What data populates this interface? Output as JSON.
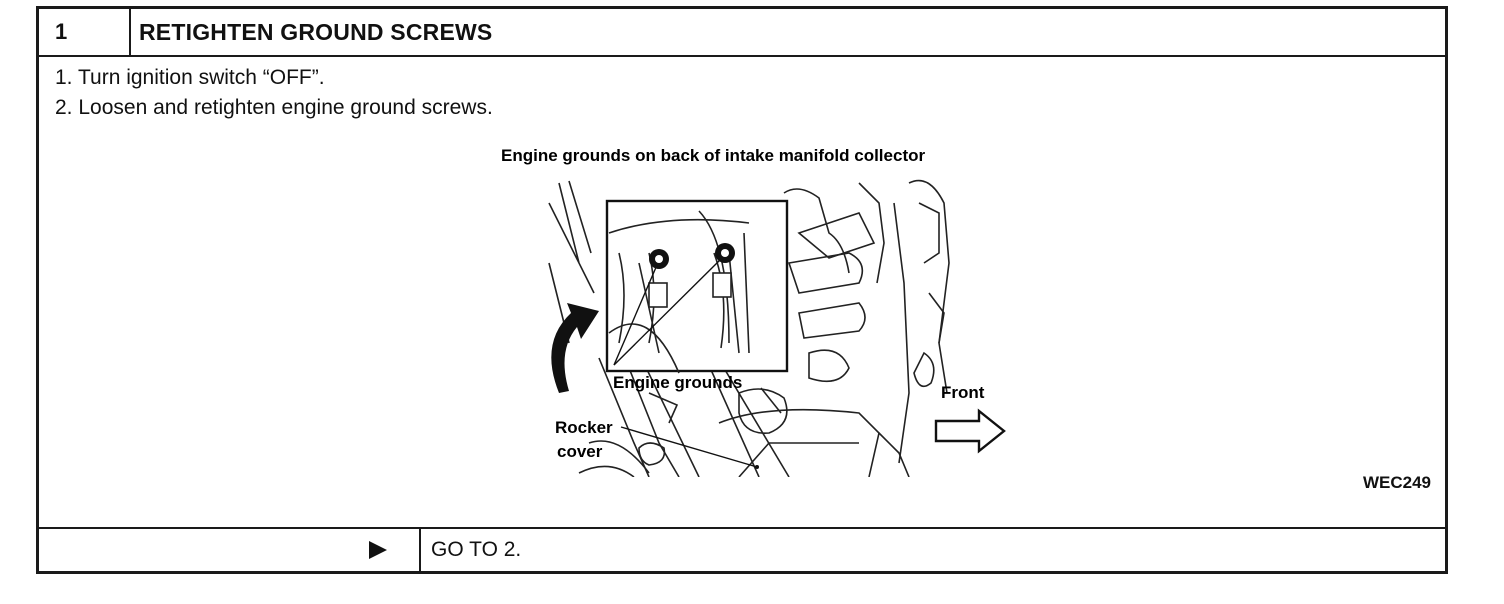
{
  "header": {
    "step_number": "1",
    "title": "RETIGHTEN GROUND SCREWS"
  },
  "instructions": [
    "1.  Turn ignition switch “OFF”.",
    "2.  Loosen and retighten engine ground screws."
  ],
  "figure": {
    "caption": "Engine grounds on back of intake manifold collector",
    "label_engine_grounds": "Engine grounds",
    "label_front": "Front",
    "label_rocker_line1": "Rocker",
    "label_rocker_line2": "cover",
    "code": "WEC249",
    "arrow_icon": "right-pointer-triangle-icon"
  },
  "footer": {
    "goto_text": "GO TO 2."
  }
}
